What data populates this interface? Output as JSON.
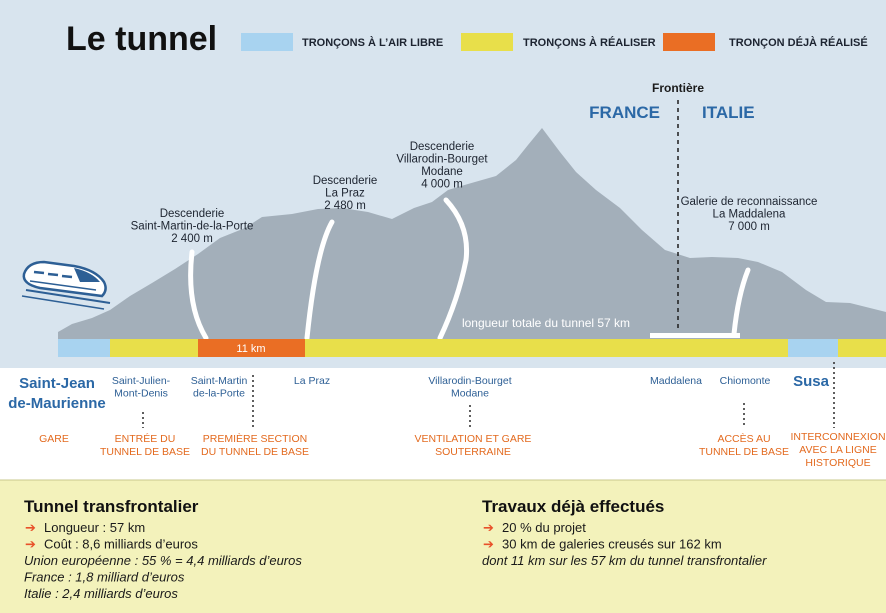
{
  "title": "Le tunnel",
  "colors": {
    "sky": "#d8e4ee",
    "mountain": "#a3afba",
    "open_air": "#a8d3f0",
    "to_build": "#e8df4a",
    "done": "#ea6e24",
    "box": "#f3f2bb",
    "country": "#2b68a6",
    "orange_text": "#e36a1f",
    "arrow": "#e8512a"
  },
  "legend": [
    {
      "label": "TRONÇONS À L’AIR LIBRE",
      "color": "#a8d3f0"
    },
    {
      "label": "TRONÇONS À RÉALISER",
      "color": "#e8df4a"
    },
    {
      "label": "TRONÇON DÉJÀ RÉALISÉ",
      "color": "#ea6e24"
    }
  ],
  "border": {
    "label": "Frontière",
    "left": "FRANCE",
    "right": "ITALIE"
  },
  "shafts": [
    {
      "lines": [
        "Descenderie",
        "Saint-Martin-de-la-Porte",
        "2 400 m"
      ]
    },
    {
      "lines": [
        "Descenderie",
        "La Praz",
        "2 480 m"
      ]
    },
    {
      "lines": [
        "Descenderie",
        "Villarodin-Bourget",
        "Modane",
        "4 000 m"
      ]
    },
    {
      "lines": [
        "Galerie de reconnaissance",
        "La Maddalena",
        "7 000 m"
      ]
    }
  ],
  "tunnel": {
    "total_label": "longueur totale du tunnel 57 km",
    "done_label": "11 km"
  },
  "termini": {
    "left": [
      "Saint-Jean",
      "de-Maurienne"
    ],
    "right": "Susa"
  },
  "stations": [
    {
      "lines": [
        "Saint-Julien-",
        "Mont-Denis"
      ]
    },
    {
      "lines": [
        "Saint-Martin",
        "de-la-Porte"
      ]
    },
    {
      "lines": [
        "La Praz"
      ]
    },
    {
      "lines": [
        "Villarodin-Bourget",
        "Modane"
      ]
    },
    {
      "lines": [
        "Maddalena"
      ]
    },
    {
      "lines": [
        "Chiomonte"
      ]
    }
  ],
  "features": [
    {
      "lines": [
        "GARE"
      ]
    },
    {
      "lines": [
        "ENTRÉE DU",
        "TUNNEL DE BASE"
      ]
    },
    {
      "lines": [
        "PREMIÈRE SECTION",
        "DU TUNNEL DE BASE"
      ]
    },
    {
      "lines": [
        "VENTILATION ET GARE",
        "SOUTERRAINE"
      ]
    },
    {
      "lines": [
        "ACCÈS AU",
        "TUNNEL DE BASE"
      ]
    },
    {
      "lines": [
        "INTERCONNEXION",
        "AVEC LA LIGNE",
        "HISTORIQUE"
      ]
    }
  ],
  "info": {
    "left": {
      "title": "Tunnel transfrontalier",
      "bullets": [
        "Longueur : 57 km",
        "Coût : 8,6 milliards d’euros"
      ],
      "notes": [
        "Union européenne : 55 % = 4,4 milliards d’euros",
        "France : 1,8 milliard d’euros",
        "Italie : 2,4 milliards d’euros"
      ]
    },
    "right": {
      "title": "Travaux déjà effectués",
      "bullets": [
        "20 % du projet",
        "30 km de galeries creusés sur 162 km"
      ],
      "notes": [
        "dont 11 km sur les 57 km du tunnel transfrontalier"
      ]
    }
  }
}
